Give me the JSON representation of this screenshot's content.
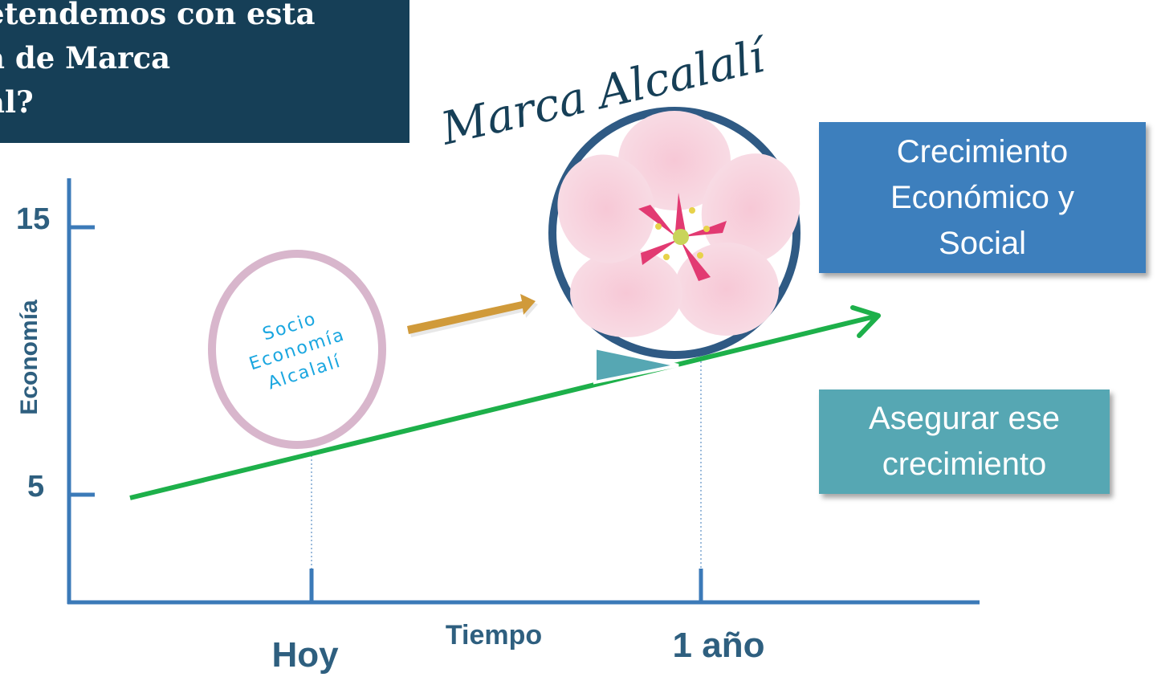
{
  "title": {
    "text": "etendemos con esta\na de Marca\nal?"
  },
  "brand_script": "Marca Alcalalí",
  "socio_circle": {
    "line1": "Socio",
    "line2": "Economía",
    "line3": "Alcalalí"
  },
  "axes": {
    "y_label": "Economía",
    "x_label": "Tiempo",
    "y_ticks": [
      "15",
      "5"
    ],
    "x_ticks": [
      "Hoy",
      "1 año"
    ]
  },
  "boxes": {
    "growth": "Crecimiento\nEconómico y\nSocial",
    "secure": "Asegurar ese\ncrecimiento"
  },
  "colors": {
    "title_bg": "#163f57",
    "axis": "#3b7ab8",
    "trend": "#1db04a",
    "arrow": "#d09a3a",
    "circle_ring": "#d8b6cc",
    "circle_text": "#19a6e0",
    "flower_ring": "#2f5a84",
    "box_growth": "#3d7fbd",
    "box_secure": "#56a7b3"
  },
  "icons": {
    "flower": "almond-blossom-icon"
  }
}
